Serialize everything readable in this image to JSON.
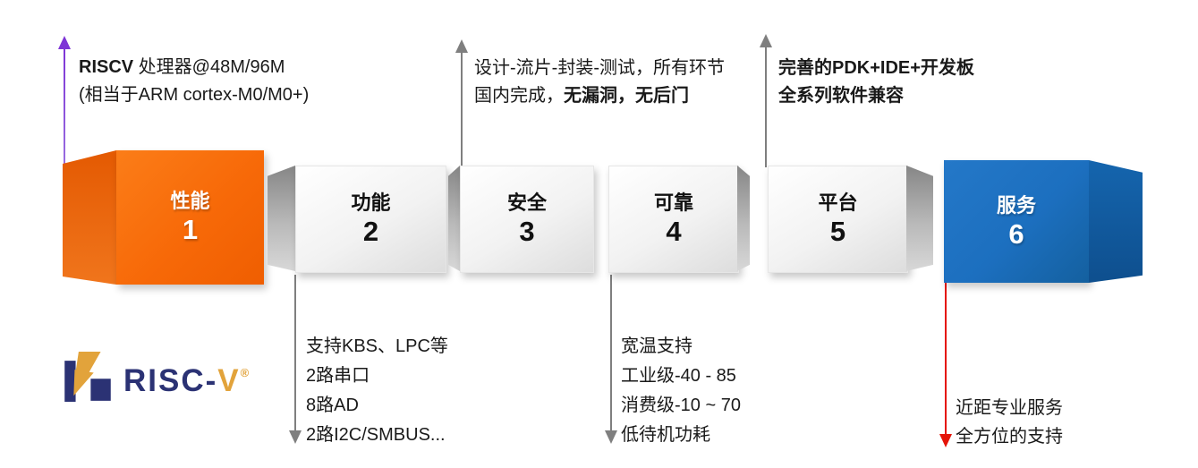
{
  "top_annotations": {
    "performance": {
      "line1_bold": "RISCV",
      "line1_rest": " 处理器@48M/96M",
      "line2": "(相当于ARM cortex-M0/M0+)"
    },
    "security": {
      "line1": "设计-流片-封装-测试，所有环节",
      "line2_prefix": "国内完成，",
      "line2_bold": "无漏洞，无后门"
    },
    "platform": {
      "line1": "完善的PDK+IDE+开发板",
      "line2": "全系列软件兼容"
    }
  },
  "bottom_annotations": {
    "function": {
      "lines": [
        "支持KBS、LPC等",
        "2路串口",
        "8路AD",
        "2路I2C/SMBUS..."
      ]
    },
    "reliability": {
      "lines": [
        "宽温支持",
        "工业级-40 - 85",
        "消费级-10 ~ 70",
        "低待机功耗"
      ]
    },
    "service": {
      "lines": [
        "近距专业服务",
        "全方位的支持"
      ]
    }
  },
  "boxes": [
    {
      "label": "性能",
      "number": "1"
    },
    {
      "label": "功能",
      "number": "2"
    },
    {
      "label": "安全",
      "number": "3"
    },
    {
      "label": "可靠",
      "number": "4"
    },
    {
      "label": "平台",
      "number": "5"
    },
    {
      "label": "服务",
      "number": "6"
    }
  ],
  "logo": {
    "wordmark_main": "RISC-",
    "wordmark_v": "V",
    "reg_mark": "®"
  },
  "colors": {
    "accent_orange": "#f8690d",
    "accent_blue": "#1c6fbf",
    "box_side_gray": "#a6a6a6",
    "arrow_gray": "#7f7f7f",
    "arrow_purple": "#7e35d6",
    "arrow_red": "#e51408",
    "logo_navy": "#2b3274",
    "logo_gold": "#e2a33b"
  }
}
